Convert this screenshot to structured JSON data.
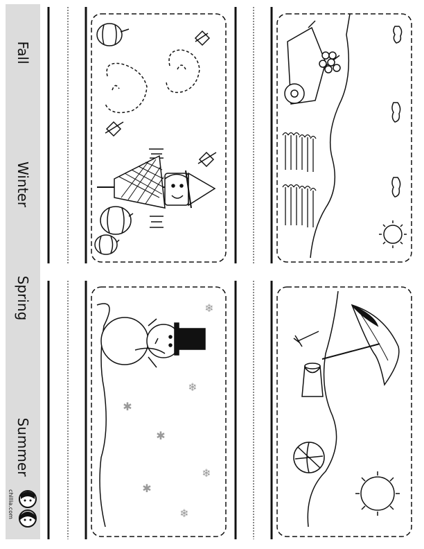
{
  "sidebar": {
    "labels": [
      "Fall",
      "Winter",
      "Spring",
      "Summer"
    ]
  },
  "branding": {
    "site": "chillia.com"
  },
  "cards": [
    {
      "name": "fall-card",
      "subject": "scarecrow, pumpkins, falling leaves"
    },
    {
      "name": "spring-card",
      "subject": "wheelbarrow with flowers, tulips, sun"
    },
    {
      "name": "winter-card",
      "subject": "snowman, snowflakes"
    },
    {
      "name": "summer-card",
      "subject": "beach umbrella, bucket, ball, sun"
    }
  ],
  "colors": {
    "sidebar": "#dcdcdc",
    "ink": "#111111",
    "snow": "#9a9a9a"
  }
}
